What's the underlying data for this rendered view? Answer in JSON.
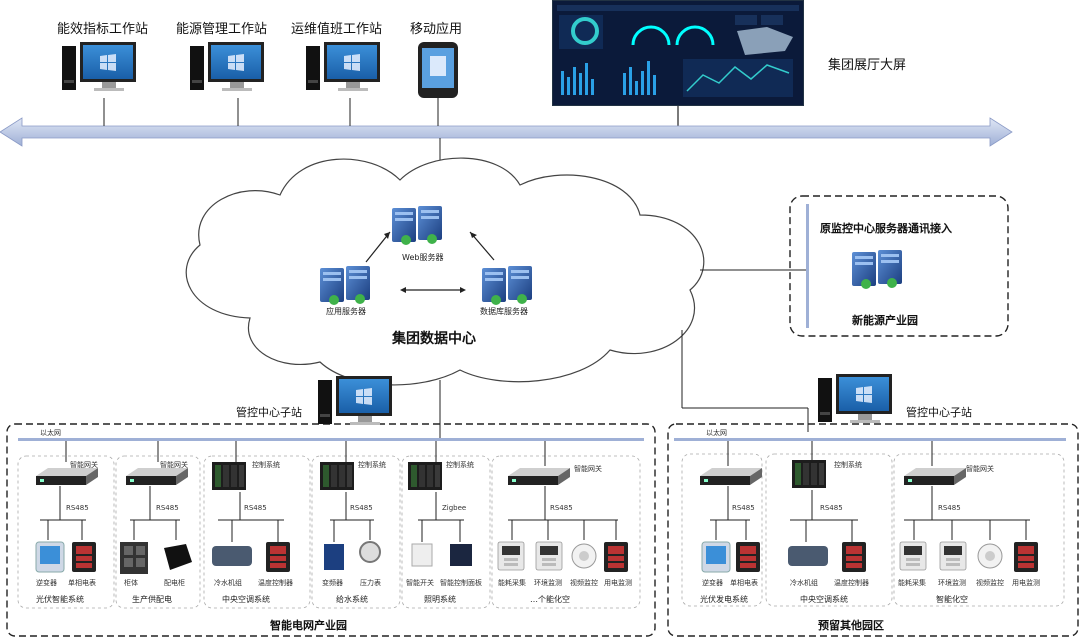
{
  "top": {
    "workstations": [
      "能效指标工作站",
      "能源管理工作站",
      "运维值班工作站",
      "移动应用"
    ],
    "big_screen_label": "集团展厅大屏"
  },
  "cloud": {
    "title": "集团数据中心",
    "web_server": "Web服务器",
    "app_server": "应用服务器",
    "db_server": "数据库服务器"
  },
  "right_box": {
    "title": "原监控中心服务器通讯接入",
    "footer": "新能源产业园"
  },
  "left_park": {
    "substation": "管控中心子站",
    "ethernet": "以太网",
    "footer": "智能电网产业园",
    "groups": [
      {
        "gw": "智能网关",
        "bus": "RS485",
        "devices": [
          "逆变器",
          "单相电表"
        ],
        "name": "光伏智能系统"
      },
      {
        "gw": "智能网关",
        "bus": "RS485",
        "devices": [
          "柜体",
          "配电柜"
        ],
        "name": "生产供配电"
      },
      {
        "gw": "控制系统",
        "bus": "RS485",
        "devices": [
          "冷水机组",
          "温度控制器"
        ],
        "name": "中央空调系统"
      },
      {
        "gw": "控制系统",
        "bus": "RS485",
        "devices": [
          "变频器",
          "压力表"
        ],
        "name": "给水系统"
      },
      {
        "gw": "控制系统",
        "bus": "Zigbee",
        "devices": [
          "智能开关",
          "智能控制面板"
        ],
        "name": "照明系统"
      },
      {
        "gw": "智能网关",
        "bus": "RS485",
        "devices": [
          "能耗采集",
          "环境监测",
          "视频监控",
          "用电监测"
        ],
        "name": "…个能化空"
      }
    ]
  },
  "right_park": {
    "substation": "管控中心子站",
    "ethernet": "以太网",
    "footer": "预留其他园区",
    "groups": [
      {
        "gw": "",
        "bus": "RS485",
        "devices": [
          "逆变器",
          "单相电表"
        ],
        "name": "光伏发电系统"
      },
      {
        "gw": "控制系统",
        "bus": "RS485",
        "devices": [
          "冷水机组",
          "温度控制器"
        ],
        "name": "中央空调系统"
      },
      {
        "gw": "智能网关",
        "bus": "RS485",
        "devices": [
          "能耗采集",
          "环境监测",
          "视频监控",
          "用电监测"
        ],
        "name": "智能化空"
      }
    ]
  }
}
